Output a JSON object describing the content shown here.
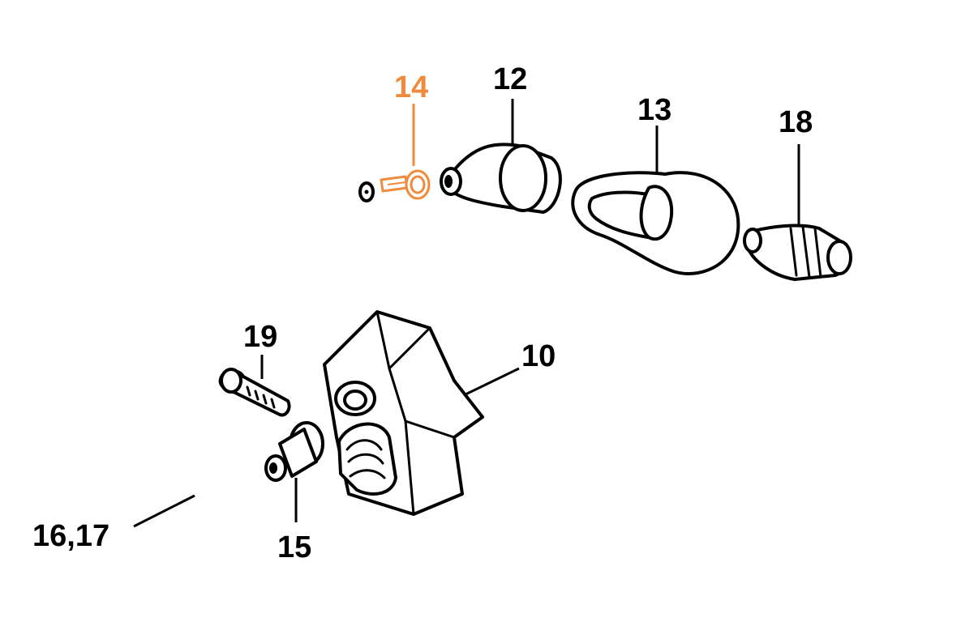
{
  "callouts": [
    {
      "id": "c14",
      "text": "14",
      "highlight": true
    },
    {
      "id": "c12",
      "text": "12",
      "highlight": false
    },
    {
      "id": "c13",
      "text": "13",
      "highlight": false
    },
    {
      "id": "c18",
      "text": "18",
      "highlight": false
    },
    {
      "id": "c19",
      "text": "19",
      "highlight": false
    },
    {
      "id": "c10",
      "text": "10",
      "highlight": false
    },
    {
      "id": "c16",
      "text": "16,17",
      "highlight": false
    },
    {
      "id": "c15",
      "text": "15",
      "highlight": false
    }
  ],
  "colors": {
    "highlight": "#f08a3c",
    "line": "#000000",
    "background": "#ffffff"
  }
}
